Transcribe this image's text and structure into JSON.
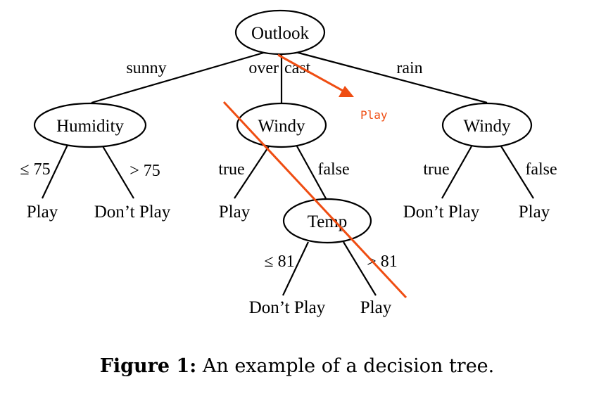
{
  "tree": {
    "nodes": {
      "outlook": "Outlook",
      "humidity": "Humidity",
      "windy_mid": "Windy",
      "windy_right": "Windy",
      "temp": "Temp"
    },
    "edges": {
      "sunny": "sunny",
      "overcast_part1": "over",
      "overcast_part2": "cast",
      "rain": "rain",
      "humidity_le": "≤ 75",
      "humidity_gt": "> 75",
      "windy_mid_true": "true",
      "windy_mid_false": "false",
      "windy_right_true": "true",
      "windy_right_false": "false",
      "temp_le": "≤ 81",
      "temp_gt": "> 81"
    },
    "leaves": {
      "humidity_play": "Play",
      "humidity_dont": "Don’t Play",
      "windy_mid_play": "Play",
      "windy_right_dont": "Don’t Play",
      "windy_right_play": "Play",
      "temp_dont": "Don’t Play",
      "temp_play": "Play"
    }
  },
  "annotation": {
    "label": "Play",
    "color": "#ef4d12"
  },
  "caption": {
    "label": "Figure 1:",
    "text": "An example of a decision tree."
  }
}
